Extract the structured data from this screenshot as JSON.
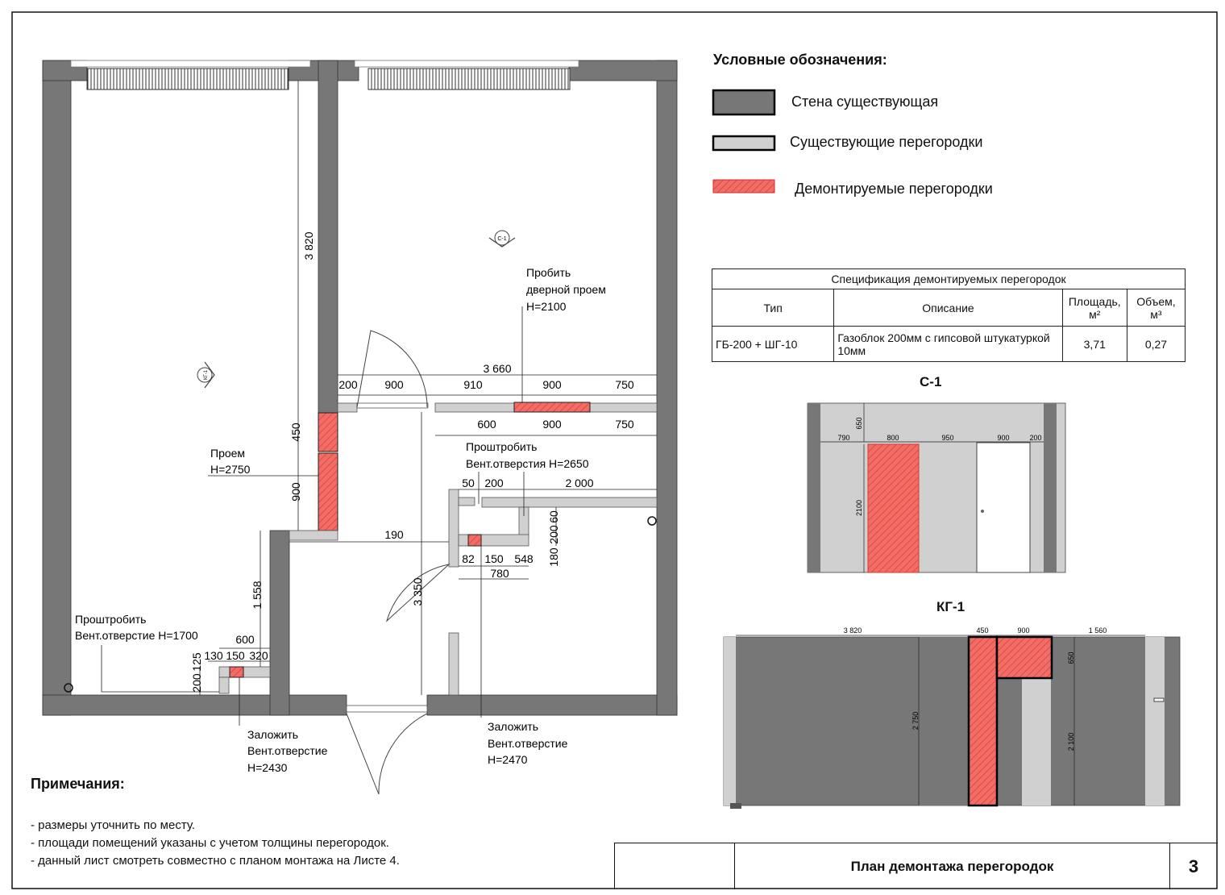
{
  "legend": {
    "title": "Условные обозначения:",
    "items": [
      {
        "label": "Стена существующая",
        "color": "#777777"
      },
      {
        "label": "Существующие перегородки",
        "color": "#d0d0d0"
      },
      {
        "label": "Демонтируемые перегородки",
        "color": "#f0605a"
      }
    ]
  },
  "spec": {
    "title": "Спецификация демонтируемых перегородок",
    "headers": [
      "Тип",
      "Описание",
      "Площадь, м²",
      "Объем, м³"
    ],
    "row": [
      "ГБ-200 + ШГ-10",
      "Газоблок 200мм с гипсовой штукатуркой 10мм",
      "3,71",
      "0,27"
    ]
  },
  "sections": {
    "c1": "С-1",
    "kg1": "КГ-1"
  },
  "notes": {
    "title": "Примечания:",
    "items": [
      "- размеры уточнить по месту.",
      "- площади помещений указаны с учетом толщины перегородок.",
      "- данный лист смотреть совместно с планом монтажа на Листе 4."
    ]
  },
  "title_block": {
    "title": "План демонтажа перегородок",
    "sheet": "3"
  },
  "plan": {
    "markers": {
      "c1": "С-1",
      "kg1": "КГ-1"
    },
    "annotations": {
      "door_opening": [
        "Пробить",
        "дверной проем",
        "H=2100"
      ],
      "opening": [
        "Проем",
        "H=2750"
      ],
      "vent_2650": [
        "Проштробить",
        "Вент.отверстия H=2650"
      ],
      "vent_1700": [
        "Проштробить",
        "Вент.отверстие H=1700"
      ],
      "vent_2430": [
        "Заложить",
        "Вент.отверстие",
        "H=2430"
      ],
      "vent_2470": [
        "Заложить",
        "Вент.отверстие",
        "H=2470"
      ]
    },
    "dims": {
      "d3820": "3 820",
      "d450": "450",
      "d900v": "900",
      "d3660": "3 660",
      "top_row": [
        "200",
        "900",
        "910",
        "900",
        "750"
      ],
      "second_row": [
        "600",
        "900",
        "750"
      ],
      "d50": "50",
      "d200a": "200",
      "d2000": "2 000",
      "d190": "190",
      "d3350": "3 350",
      "d60": "60",
      "d200b": "200",
      "d180": "180",
      "d82": "82",
      "d150a": "150",
      "d548": "548",
      "d780": "780",
      "d1558": "1 558",
      "d600b": "600",
      "d130": "130",
      "d150b": "150",
      "d320": "320",
      "d200c": "200",
      "d125": "125"
    }
  },
  "elev_c1": {
    "dims_top": [
      "790",
      "800",
      "950",
      "900",
      "200"
    ],
    "d650": "650",
    "d2100": "2100"
  },
  "elev_kg1": {
    "dims_top": [
      "3 820",
      "450",
      "900",
      "1 560"
    ],
    "d2750": "2 750",
    "d650": "650",
    "d2100": "2 100"
  }
}
